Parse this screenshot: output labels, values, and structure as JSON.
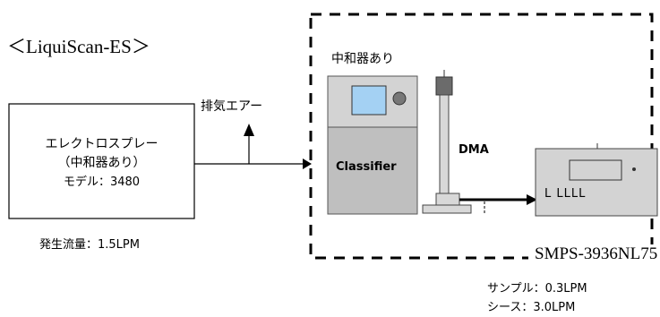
{
  "title": "＜LiquiScan-ES＞",
  "sprayer": {
    "line1": "エレクトロスプレー",
    "line2": "（中和器あり）",
    "line3": "モデル：3480"
  },
  "generation_flow": "発生流量：1.5LPM",
  "exhaust_label": "排気エアー",
  "neutralizer_label": "中和器あり",
  "classifier_label": "Classifier",
  "dma_label": "DMA",
  "cpc_display": "L  LLLL",
  "smps_label": "SMPS-3936NL75",
  "sample_flow": "サンプル：0.3LPM",
  "sheath_flow": "シース：3.0LPM"
}
